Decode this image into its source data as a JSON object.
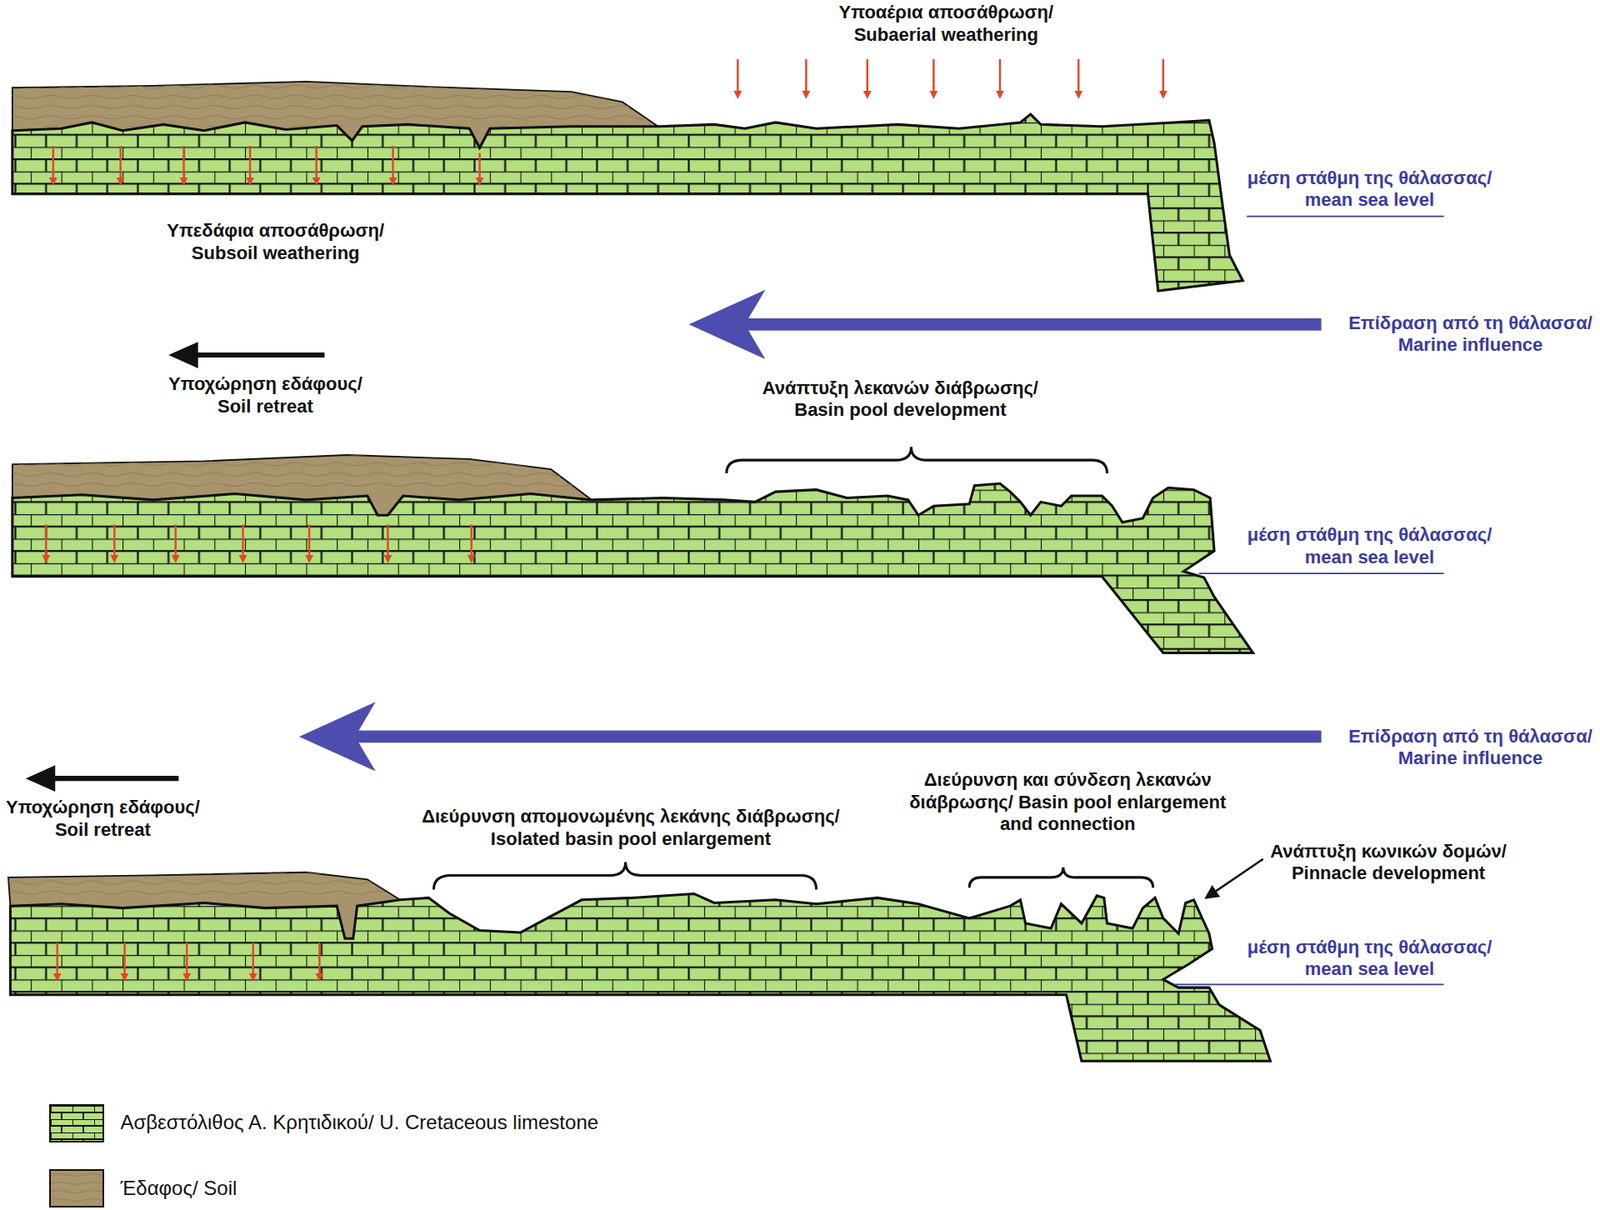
{
  "diagram": {
    "labels": [
      "Υποαέρια αποσάθρωση/ Subaerial weathering",
      "Υπεδάφια αποσάθρωση/ Subsoil weathering",
      "μέση στάθμη της θάλασσας/ mean sea level",
      "Επίδραση από τη θάλασσα/ Marine influence",
      "Υποχώρηση εδάφους/ Soil retreat",
      "Ανάπτυξη λεκανών διάβρωσης/ Basin pool development",
      "μέση στάθμη της θάλασσας/ mean sea level",
      "Επίδραση από τη θάλασσα/ Marine influence",
      "Υποχώρηση εδάφους/ Soil retreat",
      "Διεύρυνση απομονωμένης λεκάνης διάβρωσης/ Isolated basin pool enlargement",
      "Διεύρυνση και σύνδεση λεκανών διάβρωσης/ Basin pool enlargement and connection",
      "Ανάπτυξη κωνικών δομών/ Pinnacle development",
      "μέση στάθμη της θάλασσας/ mean sea level"
    ],
    "legend": [
      {
        "text": "Ασβεστόλιθος Α. Κρητιδικού/ U. Cretaceous limestone",
        "color": "#b3df7f"
      },
      {
        "text": "Έδαφος/ Soil",
        "color": "#a8946c"
      }
    ]
  }
}
